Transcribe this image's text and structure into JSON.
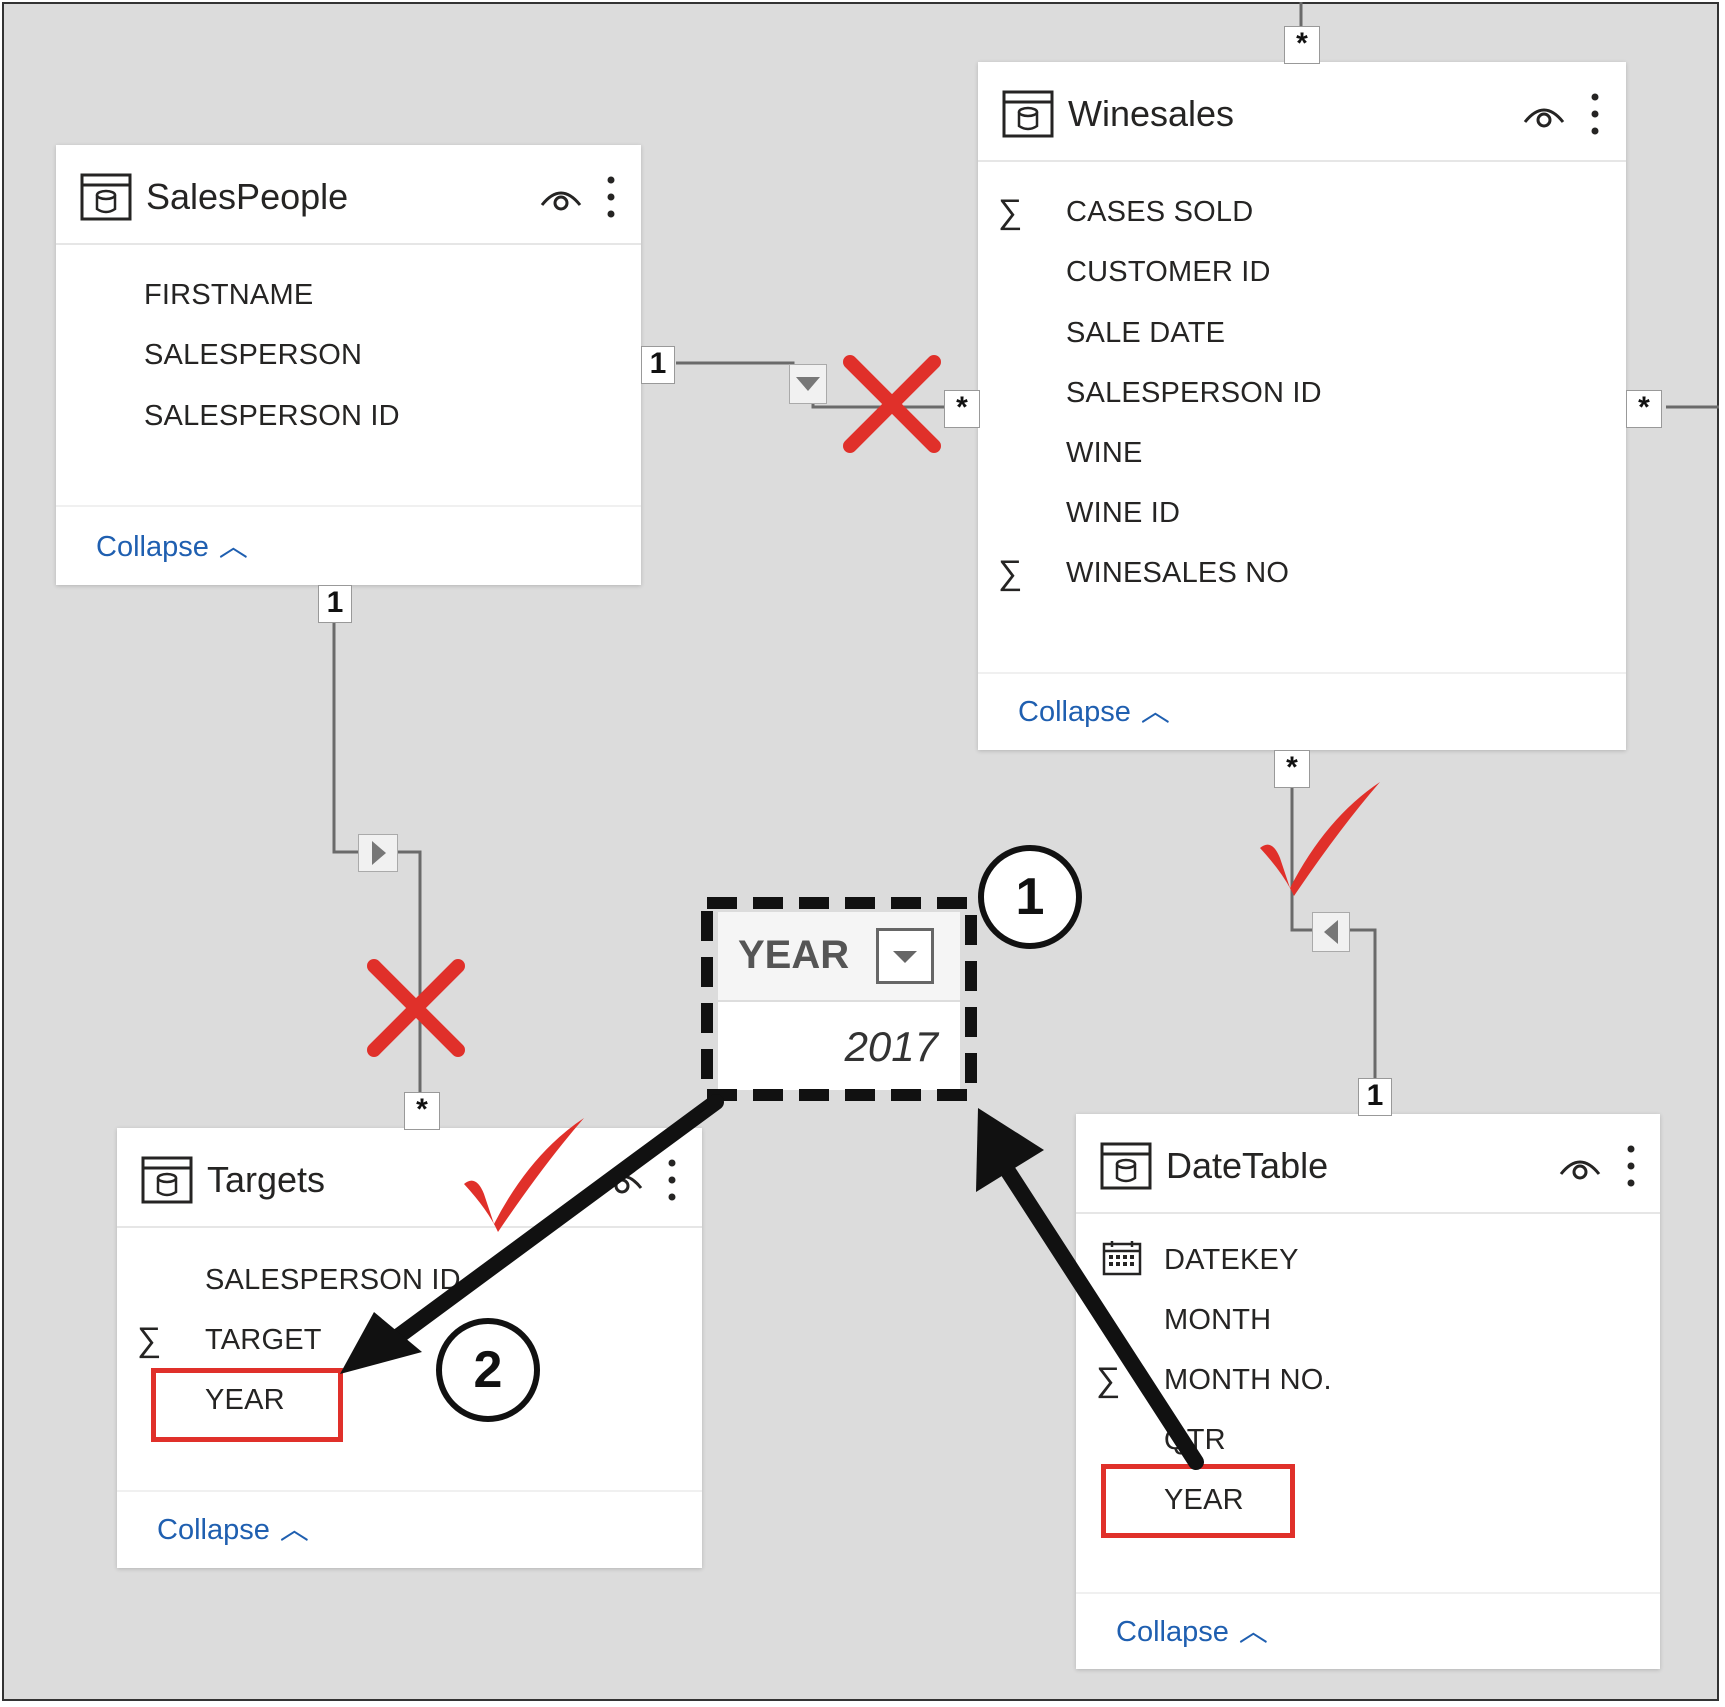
{
  "tables": {
    "salespeople": {
      "title": "SalesPeople",
      "fields": [
        "FIRSTNAME",
        "SALESPERSON",
        "SALESPERSON ID"
      ],
      "collapse": "Collapse"
    },
    "winesales": {
      "title": "Winesales",
      "fields": [
        "CASES SOLD",
        "CUSTOMER ID",
        "SALE DATE",
        "SALESPERSON ID",
        "WINE",
        "WINE ID",
        "WINESALES NO"
      ],
      "collapse": "Collapse"
    },
    "targets": {
      "title": "Targets",
      "fields": [
        "SALESPERSON ID",
        "TARGET",
        "YEAR"
      ],
      "collapse": "Collapse"
    },
    "datetable": {
      "title": "DateTable",
      "fields": [
        "DATEKEY",
        "MONTH",
        "MONTH NO.",
        "QTR",
        "YEAR"
      ],
      "collapse": "Collapse"
    }
  },
  "cardinality": {
    "one": "1",
    "many": "*"
  },
  "slicer": {
    "field": "YEAR",
    "value": "2017"
  },
  "steps": {
    "first": "1",
    "second": "2"
  },
  "colors": {
    "background": "#dcdcdc",
    "card": "#ffffff",
    "link": "#1f5fb0",
    "highlight": "#e0302a",
    "arrow": "#111111"
  },
  "icons": {
    "table": "table-icon",
    "eye": "eye-icon",
    "more": "more-options-icon",
    "sigma": "sigma-icon",
    "calendar": "calendar-icon",
    "cross": "red-x-mark",
    "check": "red-checkmark"
  }
}
